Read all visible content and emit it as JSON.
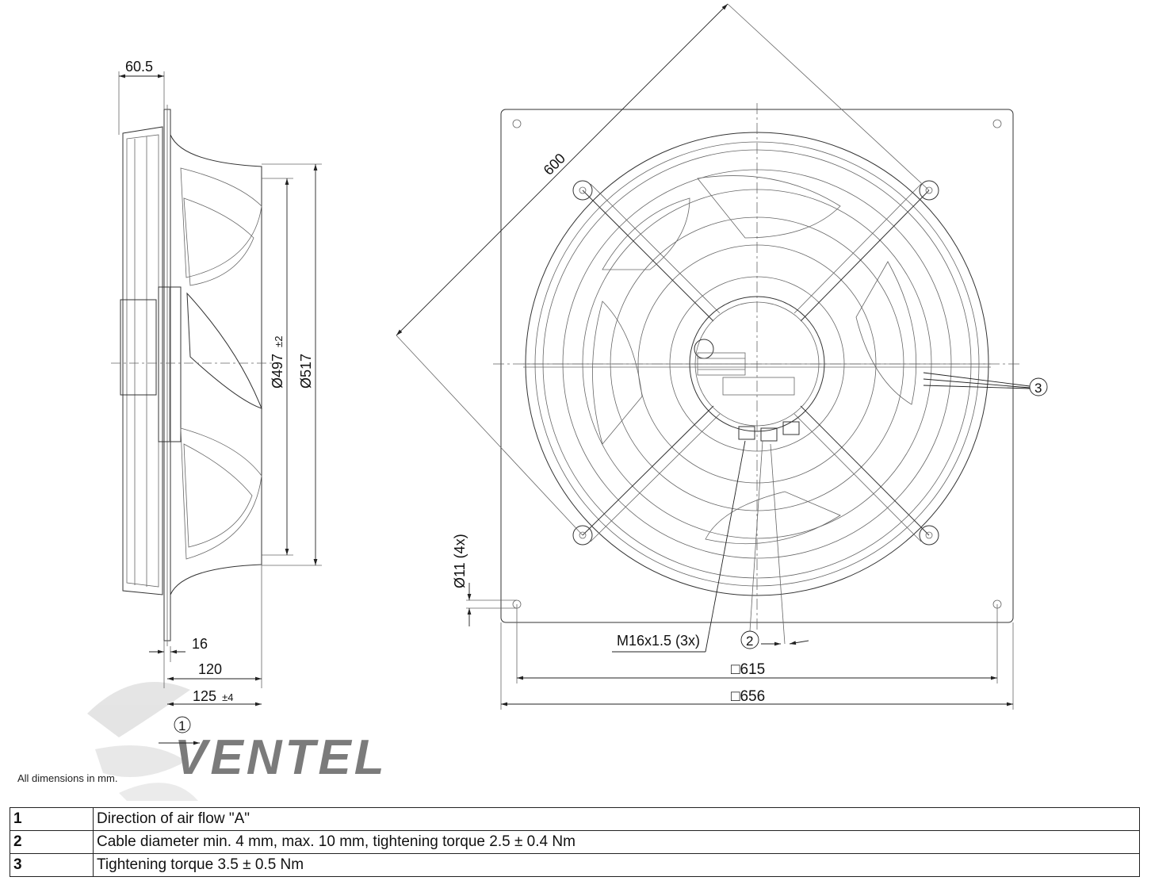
{
  "dimensions": {
    "d60_5": "60.5",
    "d497": "Ø497",
    "d497_tol": "±2",
    "d517": "Ø517",
    "d16": "16",
    "d120": "120",
    "d125": "125",
    "d125_tol": "±4",
    "d600": "600",
    "d11": "Ø11 (4x)",
    "m16": "M16x1.5 (3x)",
    "sq615": "□615",
    "sq656": "□656"
  },
  "callouts": {
    "c1": "1",
    "c2": "2",
    "c3": "3"
  },
  "watermark": "VENTEL",
  "note": "All dimensions in mm.",
  "legend": [
    {
      "num": "1",
      "text": "Direction of air flow \"A\""
    },
    {
      "num": "2",
      "text": "Cable diameter min. 4 mm, max. 10 mm, tightening torque 2.5 ± 0.4 Nm"
    },
    {
      "num": "3",
      "text": "Tightening torque 3.5 ± 0.5 Nm"
    }
  ],
  "colors": {
    "line": "#333333",
    "watermark_gray": "#b8b8b8",
    "watermark_blue": "#a9cfe8"
  }
}
